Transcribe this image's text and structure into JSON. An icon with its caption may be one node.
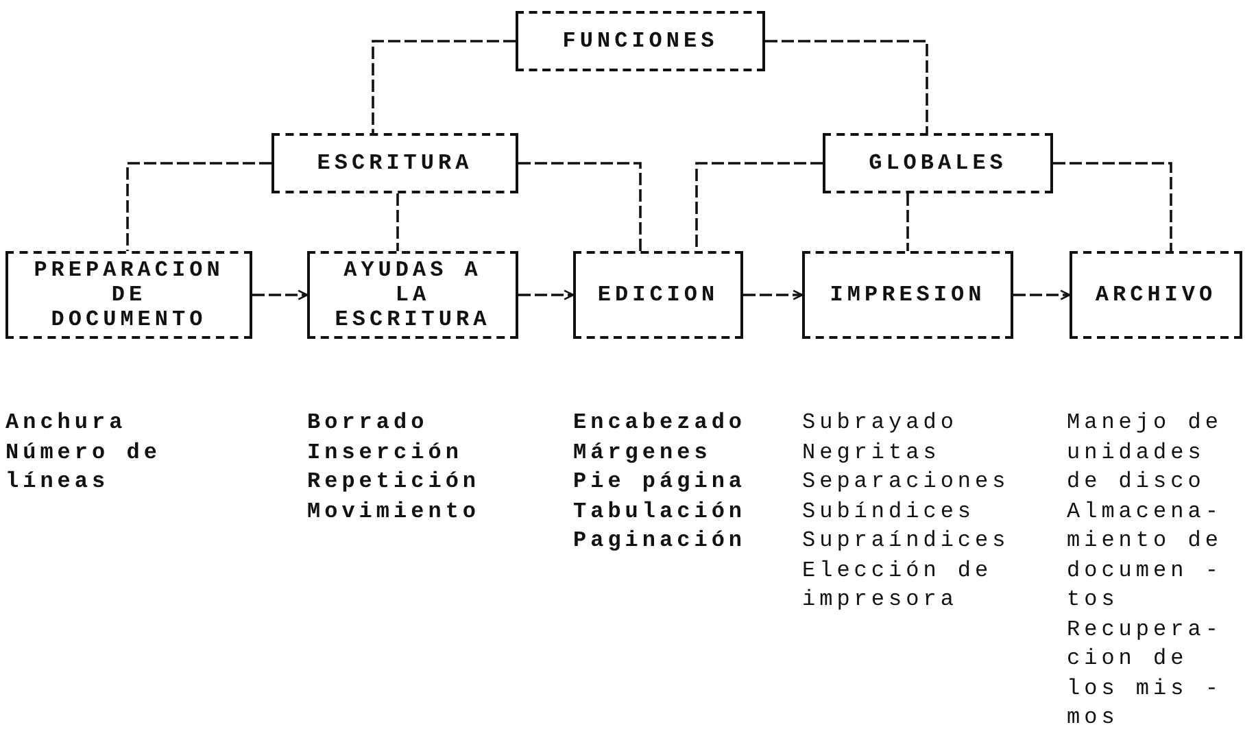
{
  "diagram": {
    "nodes": [
      {
        "text": [
          "FUNCIONES"
        ]
      },
      {
        "text": [
          "ESCRITURA"
        ]
      },
      {
        "text": [
          "GLOBALES"
        ]
      },
      {
        "text": [
          "PREPARACION DE DOCUMENTO"
        ],
        "beside": [
          "Anchura",
          "Número de líneas"
        ]
      },
      {
        "text": [
          "AYUDAS A LA ESCRITURA"
        ],
        "beside": [
          "Borrado",
          "Inserción",
          "Repetición",
          "Movimiento"
        ]
      },
      {
        "text": [
          "EDICION"
        ],
        "beside": [
          "Encabezado",
          "Márgenes",
          "Pie página",
          "Tabulación",
          "Paginación"
        ]
      },
      {
        "text": [
          "IMPRESION"
        ],
        "beside": [
          "Subrayado",
          "Negritas",
          "Separaciones",
          "Subíndices",
          "Supraíndices",
          "Elección de impresora"
        ]
      },
      {
        "text": [
          "ARCHIVO"
        ],
        "beside": [
          "Manejo de unidades de disco",
          "Almacena- miento de documen - tos",
          "Recupera- cion de los mis - mos"
        ]
      }
    ],
    "edges": [
      {
        "from": 0,
        "to": 1,
        "arrow": "none"
      },
      {
        "from": 0,
        "to": 2,
        "arrow": "none"
      },
      {
        "from": 1,
        "to": 3,
        "arrow": "none"
      },
      {
        "from": 1,
        "to": 4,
        "arrow": "none"
      },
      {
        "from": 1,
        "to": 5,
        "arrow": "none"
      },
      {
        "from": 2,
        "to": 5,
        "arrow": "none"
      },
      {
        "from": 2,
        "to": 6,
        "arrow": "none"
      },
      {
        "from": 2,
        "to": 7,
        "arrow": "none"
      },
      {
        "from": 3,
        "to": 4,
        "arrow": "to"
      },
      {
        "from": 4,
        "to": 5,
        "arrow": "to"
      },
      {
        "from": 5,
        "to": 6,
        "arrow": "to"
      },
      {
        "from": 6,
        "to": 7,
        "arrow": "to"
      }
    ]
  }
}
